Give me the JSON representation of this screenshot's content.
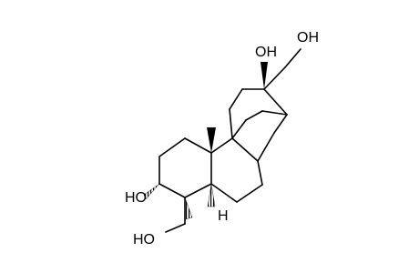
{
  "molecule": {
    "labels": {
      "oh_top": "OH",
      "hoh2_top": "OH",
      "oh_left": "HO",
      "hoh2_bottom": "HO",
      "h_stereo": "H"
    }
  }
}
